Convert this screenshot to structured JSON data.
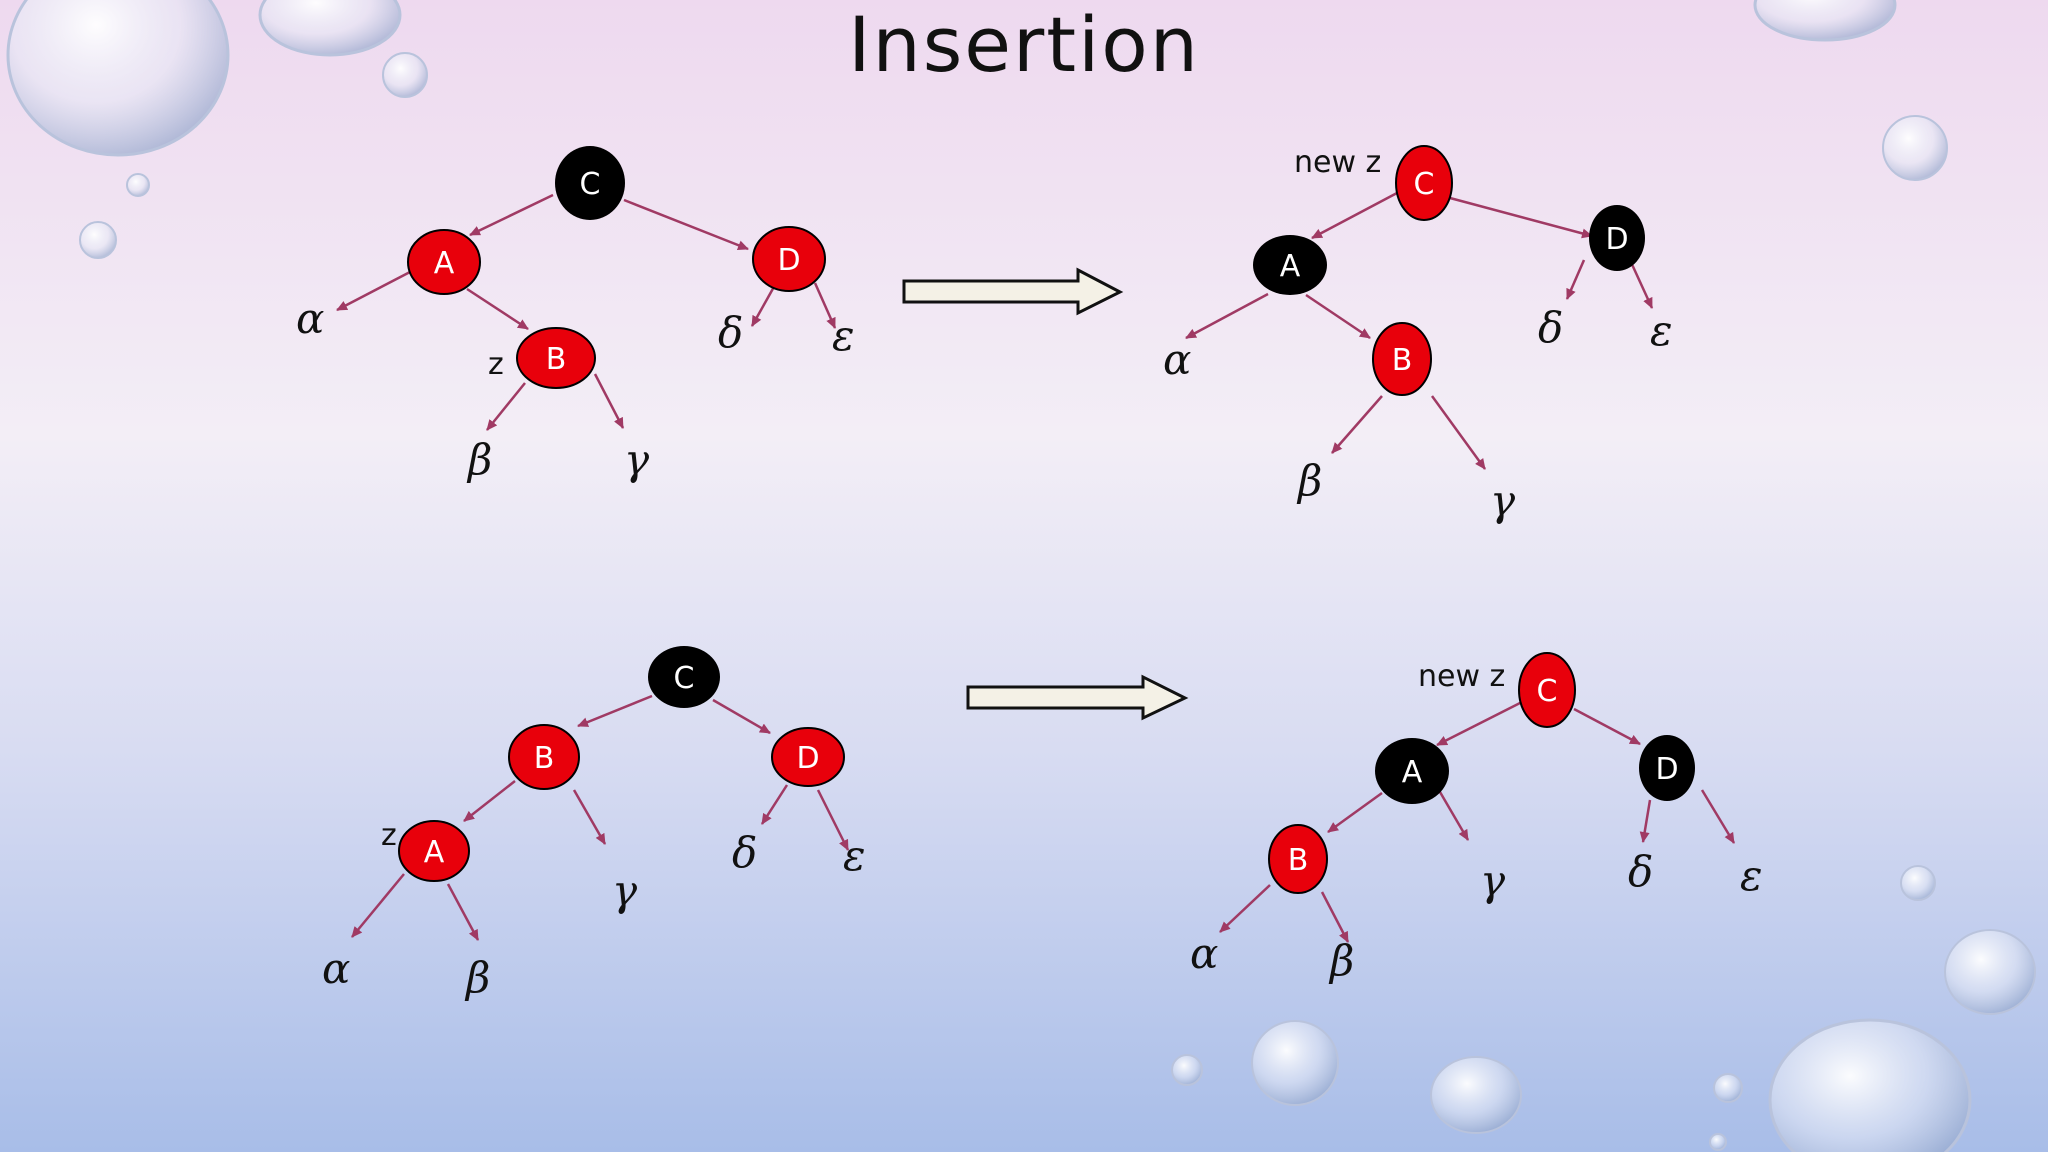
{
  "slide": {
    "title": "Insertion"
  },
  "diagrams": [
    {
      "id": "case-top-before",
      "nodes": [
        {
          "id": "C",
          "label": "C",
          "color": "black"
        },
        {
          "id": "A",
          "label": "A",
          "color": "red"
        },
        {
          "id": "D",
          "label": "D",
          "color": "red"
        },
        {
          "id": "B",
          "label": "B",
          "color": "red"
        }
      ],
      "subtrees": [
        {
          "id": "alpha",
          "label": "α"
        },
        {
          "id": "beta",
          "label": "β"
        },
        {
          "id": "gamma",
          "label": "γ"
        },
        {
          "id": "delta",
          "label": "δ"
        },
        {
          "id": "epsilon",
          "label": "ε"
        }
      ],
      "marker": {
        "attached_to": "B",
        "label": "z"
      }
    },
    {
      "id": "case-top-after",
      "nodes": [
        {
          "id": "C",
          "label": "C",
          "color": "red"
        },
        {
          "id": "A",
          "label": "A",
          "color": "black"
        },
        {
          "id": "D",
          "label": "D",
          "color": "black"
        },
        {
          "id": "B",
          "label": "B",
          "color": "red"
        }
      ],
      "subtrees": [
        {
          "id": "alpha",
          "label": "α"
        },
        {
          "id": "beta",
          "label": "β"
        },
        {
          "id": "gamma",
          "label": "γ"
        },
        {
          "id": "delta",
          "label": "δ"
        },
        {
          "id": "epsilon",
          "label": "ε"
        }
      ],
      "marker": {
        "attached_to": "C",
        "label": "new z"
      }
    },
    {
      "id": "case-bottom-before",
      "nodes": [
        {
          "id": "C",
          "label": "C",
          "color": "black"
        },
        {
          "id": "B",
          "label": "B",
          "color": "red"
        },
        {
          "id": "D",
          "label": "D",
          "color": "red"
        },
        {
          "id": "A",
          "label": "A",
          "color": "red"
        }
      ],
      "subtrees": [
        {
          "id": "alpha",
          "label": "α"
        },
        {
          "id": "beta",
          "label": "β"
        },
        {
          "id": "gamma",
          "label": "γ"
        },
        {
          "id": "delta",
          "label": "δ"
        },
        {
          "id": "epsilon",
          "label": "ε"
        }
      ],
      "marker": {
        "attached_to": "A",
        "label": "z"
      }
    },
    {
      "id": "case-bottom-after",
      "nodes": [
        {
          "id": "C",
          "label": "C",
          "color": "red"
        },
        {
          "id": "A",
          "label": "A",
          "color": "black"
        },
        {
          "id": "D",
          "label": "D",
          "color": "black"
        },
        {
          "id": "B",
          "label": "B",
          "color": "red"
        }
      ],
      "subtrees": [
        {
          "id": "alpha",
          "label": "α"
        },
        {
          "id": "beta",
          "label": "β"
        },
        {
          "id": "gamma",
          "label": "γ"
        },
        {
          "id": "delta",
          "label": "δ"
        },
        {
          "id": "epsilon",
          "label": "ε"
        }
      ],
      "marker": {
        "attached_to": "C",
        "label": "new z"
      }
    }
  ],
  "colors": {
    "red_node": "#e8000b",
    "black_node": "#000000",
    "edge": "#a03a64",
    "arrow_fill": "#f4f1e6"
  }
}
